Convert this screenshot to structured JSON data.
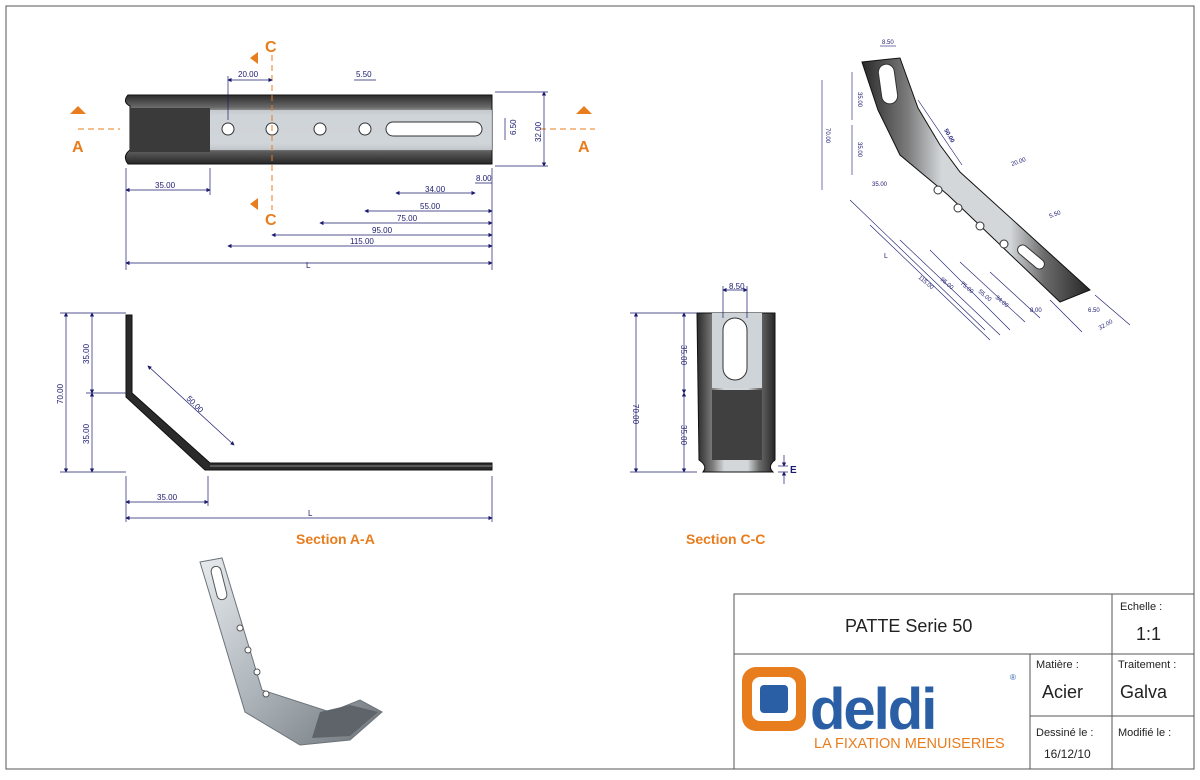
{
  "title_block": {
    "part_name": "PATTE Serie 50",
    "scale_label": "Echelle :",
    "scale_value": "1:1",
    "material_label": "Matière :",
    "material_value": "Acier",
    "treatment_label": "Traitement :",
    "treatment_value": "Galva",
    "drawn_label": "Dessiné le :",
    "drawn_value": "16/12/10",
    "modified_label": "Modifié le :",
    "modified_value": ""
  },
  "logo": {
    "brand": "deldi",
    "registered": "®",
    "tagline": "LA FIXATION MENUISERIES",
    "colors": {
      "blue": "#2a5fa6",
      "orange": "#e87d1e"
    }
  },
  "section_marks": {
    "a": "A",
    "c": "C"
  },
  "section_titles": {
    "aa": "Section A-A",
    "cc": "Section C-C"
  },
  "top_view_dims": {
    "d20": "20.00",
    "d5_50": "5.50",
    "d6_50": "6.50",
    "d32": "32.00",
    "d35": "35.00",
    "d34": "34.00",
    "d8": "8.00",
    "d55": "55.00",
    "d75": "75.00",
    "d95": "95.00",
    "d115": "115.00",
    "L": "L"
  },
  "section_aa_dims": {
    "d70": "70.00",
    "d35a": "35.00",
    "d35b": "35.00",
    "d50": "50.00",
    "d35c": "35.00",
    "L": "L"
  },
  "section_cc_dims": {
    "d8_50": "8.50",
    "d70": "70.00",
    "d35a": "35.00",
    "d35b": "35.00",
    "E": "E"
  },
  "iso_dims": {
    "t8_50": "8.50",
    "t35a": "35.00",
    "t70": "70.00",
    "t35b": "35.00",
    "t50": "50.00",
    "t35c": "35.00",
    "t20": "20.00",
    "t5_50": "5.50",
    "t115": "115.00",
    "t95": "95.00",
    "t75": "75.00",
    "t55": "55.00",
    "t34": "34.00",
    "t8": "8.00",
    "t6_50": "6.50",
    "t32": "32.00",
    "L": "L"
  }
}
